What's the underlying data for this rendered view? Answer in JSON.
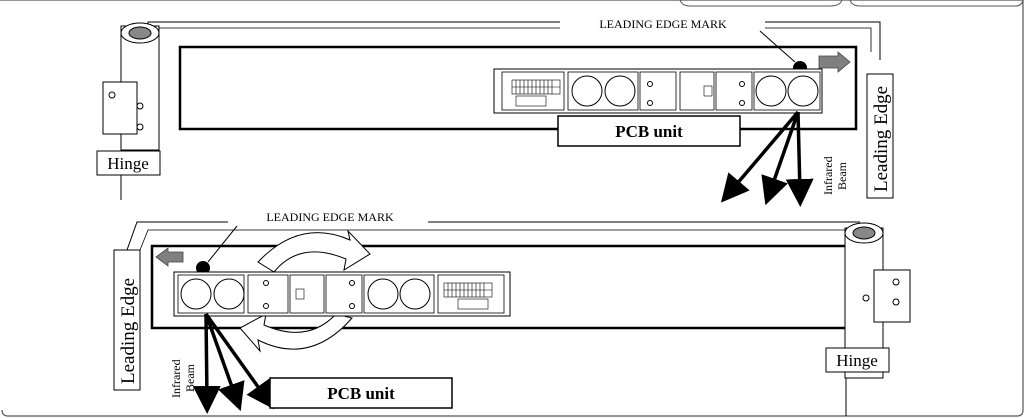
{
  "top_panel": {
    "leading_edge_mark": "LEADING EDGE MARK",
    "pcb_unit_label": "PCB unit",
    "hinge_label": "Hinge",
    "leading_edge_label": "Leading Edge",
    "infrared_line1": "Infrared",
    "infrared_line2": "Beam"
  },
  "bottom_panel": {
    "leading_edge_mark": "LEADING EDGE MARK",
    "pcb_unit_label": "PCB unit",
    "hinge_label": "Hinge",
    "leading_edge_label": "Leading Edge",
    "infrared_line1": "Infrared",
    "infrared_line2": "Beam"
  },
  "colors": {
    "line": "#000000",
    "arrow_gray": "#808080",
    "hinge_cap": "#888888",
    "background": "#ffffff"
  }
}
